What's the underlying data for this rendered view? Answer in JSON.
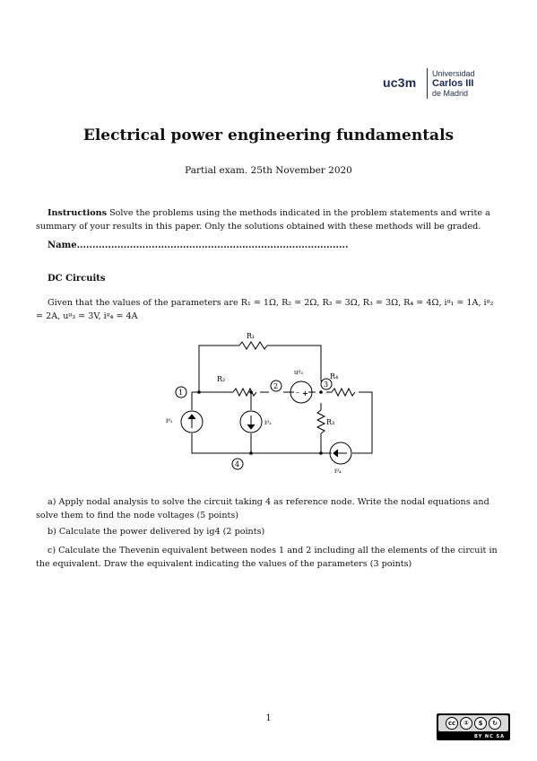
{
  "logo": {
    "short": "uc3m",
    "line1": "Universidad",
    "line2": "Carlos III",
    "line3": "de Madrid"
  },
  "title": "Electrical power engineering fundamentals",
  "subtitle": "Partial exam. 25th November 2020",
  "instructions": {
    "label": "Instructions",
    "text": " Solve the problems using the methods indicated in the problem statements and write a summary of your results in this paper. Only the solutions obtained with these methods will be graded."
  },
  "name_line": "Name.......................................................................................",
  "section_title": "DC Circuits",
  "given": "Given that the values of the parameters are R₁ = 1Ω, R₂ = 2Ω, R₃ = 3Ω, R₃ = 3Ω, R₄ = 4Ω, iᵍ₁ = 1A, iᵍ₂ = 2A, uᵍ₃ = 3V, iᵍ₄ = 4A",
  "circuit": {
    "r1": "R₁",
    "r2": "R₂",
    "r3": "R₃",
    "r4": "R₄",
    "ug3": "uᵍ₃",
    "ig1": "iᵍ₁",
    "ig2": "iᵍ₂",
    "ig4": "iᵍ₄",
    "node1": "1",
    "node2": "2",
    "node3": "3",
    "node4": "4",
    "minus": "–",
    "plus": "+"
  },
  "questions": [
    "a) Apply nodal analysis to solve the circuit taking 4 as reference node. Write the nodal equations and solve them to find the node voltages (5 points)",
    "b) Calculate the power delivered by ig4 (2 points)",
    "c) Calculate the Thevenin equivalent between nodes 1 and 2 including all the elements of the circuit in the equivalent. Draw the equivalent indicating the values of the parameters (3 points)"
  ],
  "page_number": "1",
  "license": {
    "cc": "cc",
    "by": "①",
    "nc": "$",
    "sa": "↻",
    "labels": "BY  NC  SA"
  }
}
